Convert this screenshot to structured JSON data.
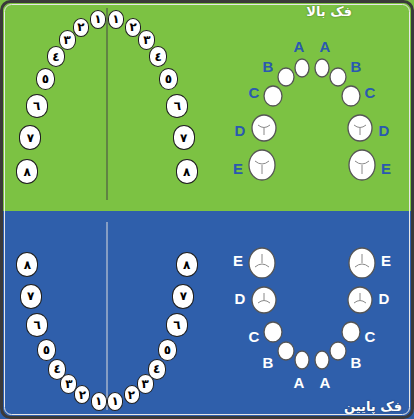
{
  "diagram": {
    "nodes": [
      {
        "text": [
          "فک بالا"
        ]
      },
      {
        "text": [
          "١"
        ],
        "in": 0
      },
      {
        "text": [
          "٢"
        ],
        "in": 0
      },
      {
        "text": [
          "٣"
        ],
        "in": 0
      },
      {
        "text": [
          "٤"
        ],
        "in": 0
      },
      {
        "text": [
          "٥"
        ],
        "in": 0
      },
      {
        "text": [
          "٦"
        ],
        "in": 0
      },
      {
        "text": [
          "٧"
        ],
        "in": 0
      },
      {
        "text": [
          "٨"
        ],
        "in": 0
      },
      {
        "text": [
          "١"
        ],
        "in": 0
      },
      {
        "text": [
          "٢"
        ],
        "in": 0
      },
      {
        "text": [
          "٣"
        ],
        "in": 0
      },
      {
        "text": [
          "٤"
        ],
        "in": 0
      },
      {
        "text": [
          "٥"
        ],
        "in": 0
      },
      {
        "text": [
          "٦"
        ],
        "in": 0
      },
      {
        "text": [
          "٧"
        ],
        "in": 0
      },
      {
        "text": [
          "٨"
        ],
        "in": 0
      },
      {
        "text": [
          "فک پایین"
        ]
      },
      {
        "text": [
          "١"
        ],
        "in": 17
      },
      {
        "text": [
          "٢"
        ],
        "in": 17
      },
      {
        "text": [
          "٣"
        ],
        "in": 17
      },
      {
        "text": [
          "٤"
        ],
        "in": 17
      },
      {
        "text": [
          "٥"
        ],
        "in": 17
      },
      {
        "text": [
          "٦"
        ],
        "in": 17
      },
      {
        "text": [
          "٧"
        ],
        "in": 17
      },
      {
        "text": [
          "٨"
        ],
        "in": 17
      },
      {
        "text": [
          "١"
        ],
        "in": 17
      },
      {
        "text": [
          "٢"
        ],
        "in": 17
      },
      {
        "text": [
          "٣"
        ],
        "in": 17
      },
      {
        "text": [
          "٤"
        ],
        "in": 17
      },
      {
        "text": [
          "٥"
        ],
        "in": 17
      },
      {
        "text": [
          "٦"
        ],
        "in": 17
      },
      {
        "text": [
          "٧"
        ],
        "in": 17
      },
      {
        "text": [
          "٨"
        ],
        "in": 17
      }
    ],
    "labels": [
      "A",
      "A",
      "B",
      "B",
      "C",
      "C",
      "D",
      "D",
      "E",
      "E",
      "E",
      "E",
      "D",
      "D",
      "C",
      "C",
      "B",
      "B",
      "A",
      "A"
    ]
  }
}
